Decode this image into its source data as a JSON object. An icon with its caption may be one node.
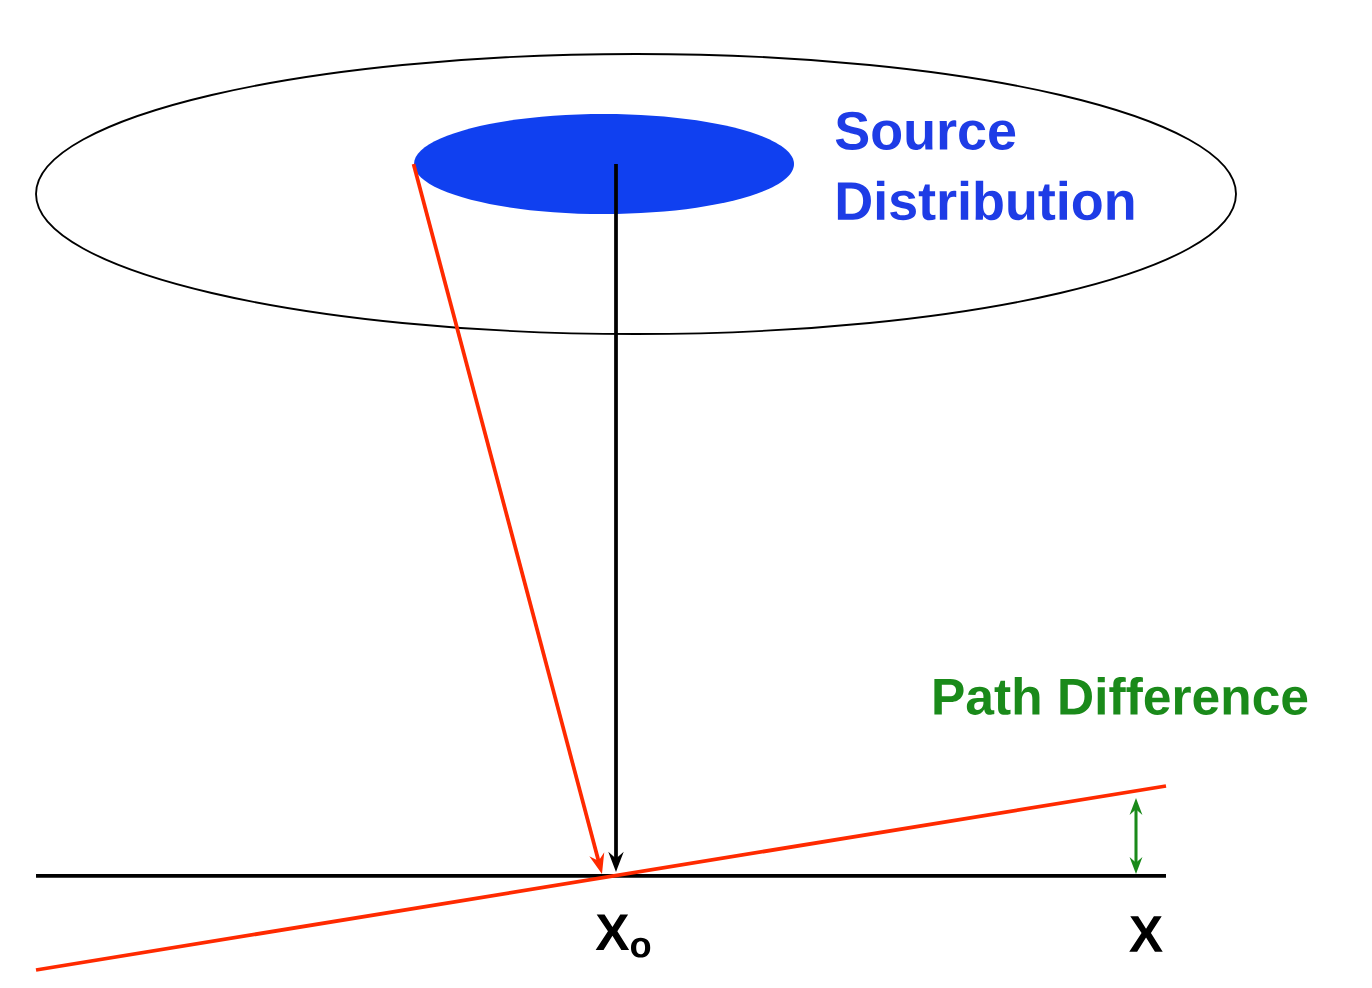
{
  "diagram": {
    "nodes": [
      {
        "text": [],
        "shape": "ellipse"
      },
      {
        "text": [],
        "shape": "ellipse",
        "in": 0,
        "beside": [
          "Source Distribution"
        ]
      }
    ],
    "edges": [
      {
        "from": 1,
        "to": null,
        "arrow": "to",
        "color": "#ff2a00"
      },
      {
        "from": 1,
        "to": null,
        "arrow": "to",
        "color": "#000000"
      }
    ],
    "labels": [
      "Path Difference",
      "X$_{o}$",
      "X"
    ]
  }
}
